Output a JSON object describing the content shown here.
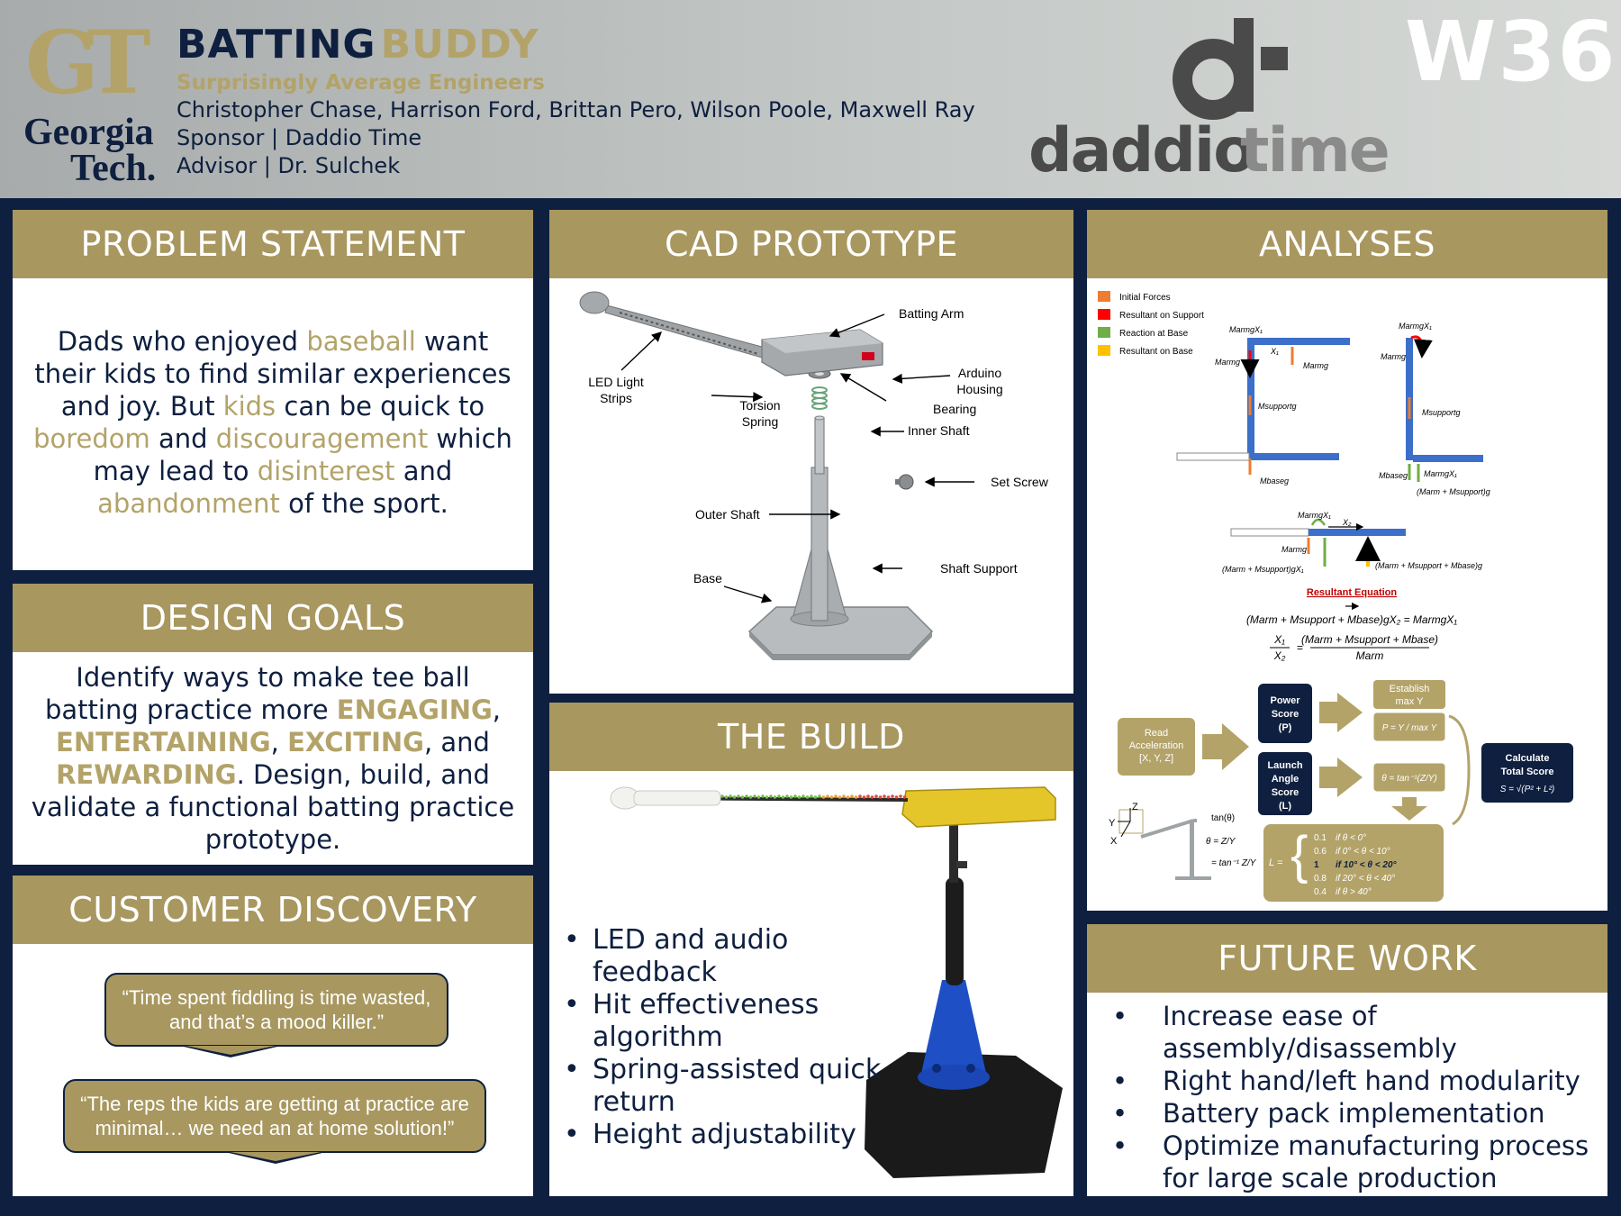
{
  "header": {
    "institution_mark": "GT",
    "institution_line1": "Georgia",
    "institution_line2": "Tech.",
    "title_part1": "BATTING",
    "title_part2": "BUDDY",
    "team_name": "Surprisingly Average Engineers",
    "members": "Christopher Chase, Harrison Ford, Brittan Pero, Wilson Poole, Maxwell Ray",
    "sponsor": "Sponsor | Daddio Time",
    "advisor": "Advisor | Dr. Sulchek",
    "sponsor_logo_part1": "daddio",
    "sponsor_logo_part2": "time",
    "board_id": "W36"
  },
  "problem": {
    "heading": "PROBLEM STATEMENT",
    "t1": "Dads who enjoyed ",
    "h1": "baseball",
    "t2": " want their kids to find similar experiences and joy. But ",
    "h2": "kids",
    "t3": " can be quick to ",
    "h3": "boredom",
    "t4": " and ",
    "h4": "discouragement",
    "t5": " which may lead to ",
    "h5": "disinterest",
    "t6": " and ",
    "h6": "abandonment",
    "t7": " of the sport."
  },
  "goals": {
    "heading": "DESIGN GOALS",
    "t1": "Identify ways to make tee ball batting practice more ",
    "h1": "ENGAGING",
    "t2": ", ",
    "h2": "ENTERTAINING",
    "t3": ", ",
    "h3": "EXCITING",
    "t4": ", and ",
    "h4": "REWARDING",
    "t5": ". Design, build, and validate a functional batting practice prototype."
  },
  "customer": {
    "heading": "CUSTOMER DISCOVERY",
    "quote1": "“Time spent fiddling is time wasted, and that’s a mood killer.”",
    "quote2": "“The reps the kids are getting at practice are minimal… we need an at home solution!”"
  },
  "cad": {
    "heading": "CAD PROTOTYPE",
    "labels": {
      "batting_arm": "Batting Arm",
      "led_1": "LED Light",
      "led_2": "Strips",
      "arduino_1": "Arduino",
      "arduino_2": "Housing",
      "torsion_1": "Torsion",
      "torsion_2": "Spring",
      "bearing": "Bearing",
      "inner_shaft": "Inner Shaft",
      "set_screw": "Set Screw",
      "outer_shaft": "Outer Shaft",
      "shaft_support": "Shaft Support",
      "base": "Base"
    }
  },
  "build": {
    "heading": "THE BUILD",
    "bullets": [
      "LED and audio feedback",
      "Hit effectiveness algorithm",
      "Spring-assisted quick return",
      "Height adjustability"
    ]
  },
  "analyses": {
    "heading": "ANALYSES",
    "legend": [
      {
        "label": "Initial Forces",
        "color": "#ed7d31"
      },
      {
        "label": "Resultant on Support",
        "color": "#ff0000"
      },
      {
        "label": "Reaction at Base",
        "color": "#70ad47"
      },
      {
        "label": "Resultant on Base",
        "color": "#ffc000"
      }
    ],
    "fbd_labels": {
      "m_arm_g_x1": "MarmgX₁",
      "m_arm_g": "Marmg",
      "x1": "X₁",
      "x2": "X₂",
      "m_support_g": "Msupportg",
      "m_base_g": "Mbaseg",
      "sum_arm_support": "(Marm + Msupport)g",
      "sum_arm_support_x1": "(Marm + Msupport)gX₁",
      "sum_all": "(Marm + Msupport + Mbase)g"
    },
    "equation_title": "Resultant Equation",
    "equation_1": "(Marm + Msupport + Mbase)gX₂ = MarmgX₁",
    "equation_2_num": "X₁",
    "equation_2_den": "X₂",
    "equation_2_rhs_num": "(Marm + Msupport + Mbase)",
    "equation_2_rhs_den": "Marm",
    "flow": {
      "read_1": "Read",
      "read_2": "Acceleration",
      "read_3": "[X, Y, Z]",
      "power_1": "Power",
      "power_2": "Score",
      "power_3": "(P)",
      "launch_1": "Launch",
      "launch_2": "Angle",
      "launch_3": "Score",
      "launch_4": "(L)",
      "establish_1": "Establish",
      "establish_2": "max Y",
      "p_formula": "P = Y / max Y",
      "theta_formula": "θ = tan⁻¹(Z/Y)",
      "calc_1": "Calculate",
      "calc_2": "Total Score",
      "s_formula": "S = √(P² + L²)",
      "tan_1": "tan(θ)",
      "tan_2": "θ = Z/Y",
      "tan_3": "= tan⁻¹ Z/Y",
      "axis_x": "X",
      "axis_y": "Y",
      "axis_z": "Z",
      "l_label": "L =",
      "l_cases": [
        {
          "v": "0.1",
          "c": "if   θ < 0°",
          "bold": false
        },
        {
          "v": "0.6",
          "c": "if   0° < θ < 10°",
          "bold": false
        },
        {
          "v": "1",
          "c": "if   10° < θ < 20°",
          "bold": true
        },
        {
          "v": "0.8",
          "c": "if   20° < θ < 40°",
          "bold": false
        },
        {
          "v": "0.4",
          "c": "if   θ > 40°",
          "bold": false
        }
      ]
    }
  },
  "future": {
    "heading": "FUTURE WORK",
    "bullets": [
      "Increase ease of assembly/disassembly",
      "Right hand/left hand modularity",
      "Battery pack implementation",
      "Optimize manufacturing process for large scale production"
    ]
  }
}
